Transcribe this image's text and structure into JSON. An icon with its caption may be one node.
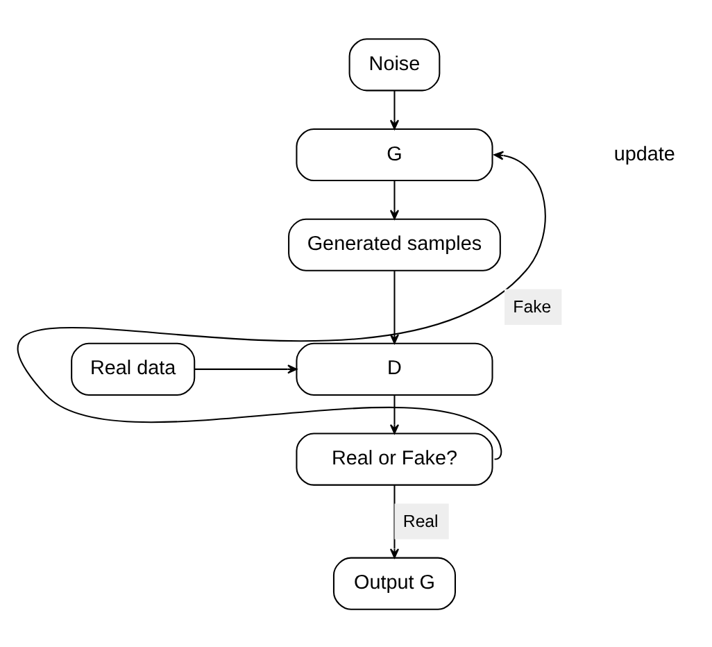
{
  "diagram": {
    "nodes": [
      {
        "text": [
          "Noise"
        ]
      },
      {
        "text": [
          "G"
        ]
      },
      {
        "text": [
          "Generated samples"
        ]
      },
      {
        "text": [
          "Real data"
        ]
      },
      {
        "text": [
          "D"
        ]
      },
      {
        "text": [
          "Real or Fake?"
        ]
      },
      {
        "text": [
          "Output G"
        ]
      }
    ],
    "edges": [
      {
        "from": 0,
        "to": 1,
        "arrow": "to"
      },
      {
        "from": 1,
        "to": 2,
        "arrow": "to"
      },
      {
        "from": 2,
        "to": 4,
        "arrow": "to"
      },
      {
        "from": 3,
        "to": 4,
        "arrow": "to"
      },
      {
        "from": 4,
        "to": 5,
        "arrow": "to"
      },
      {
        "from": 5,
        "to": 6,
        "arrow": "to",
        "label": "Real"
      },
      {
        "from": 5,
        "to": 1,
        "arrow": "to",
        "label": "Fake"
      }
    ],
    "labels": [
      "update"
    ]
  }
}
